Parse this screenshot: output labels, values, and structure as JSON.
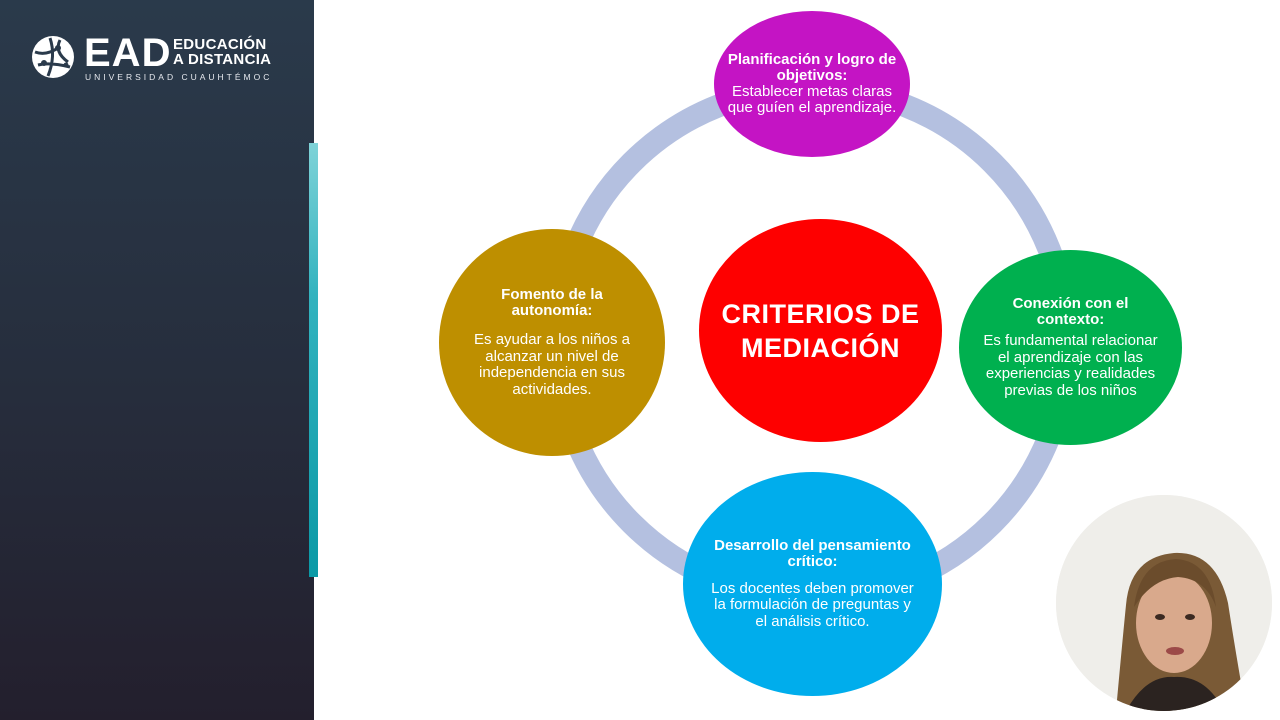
{
  "logo": {
    "brand": "EAD",
    "line1": "EDUCACIÓN",
    "line2": "A DISTANCIA",
    "subtitle": "UNIVERSIDAD CUAUHTÉMOC"
  },
  "diagram": {
    "center": "CRITERIOS DE MEDIACIÓN",
    "nodes": [
      {
        "title": "Planificación y logro de objetivos",
        "body": "Establecer metas claras que guíen el aprendizaje.",
        "color": "#c414c4"
      },
      {
        "title": "Conexión con el contexto",
        "body": "Es fundamental relacionar el aprendizaje con las experiencias y realidades previas de los niños",
        "color": "#00b04f"
      },
      {
        "title": "Desarrollo del pensamiento crítico",
        "body": "Los docentes deben promover la formulación de preguntas y el análisis crítico.",
        "color": "#00adec"
      },
      {
        "title": "Fomento de la autonomía",
        "body": "Es ayudar a los niños a alcanzar un nivel de independencia en sus actividades.",
        "color": "#be8f00"
      }
    ],
    "center_color": "#fe0000",
    "ring_color": "#b4c0e0"
  },
  "colors": {
    "sidebar": "#262d3c",
    "accent": "#1aa8b4"
  },
  "icons": {
    "logo": "globe-logo-icon"
  }
}
